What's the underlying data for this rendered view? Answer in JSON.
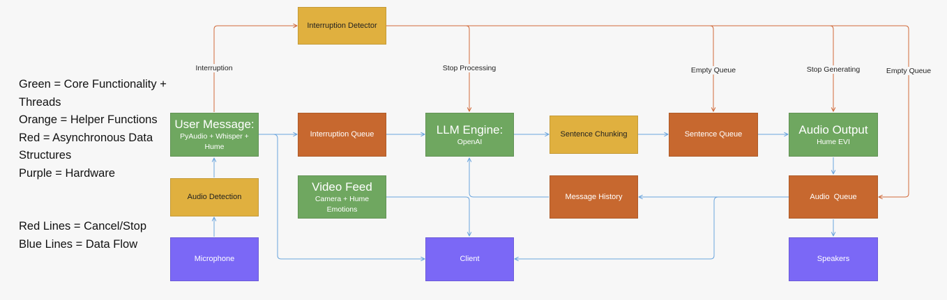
{
  "colors": {
    "green": "#6fa760",
    "orange": "#c7682f",
    "yellow": "#e0b03f",
    "purple": "#7b68f6",
    "red_line": "#d06a3a",
    "blue_line": "#6aa4dd"
  },
  "legend": {
    "lines": [
      "Green = Core Functionality +",
      "Threads",
      "Orange = Helper Functions",
      "Red = Asynchronous Data",
      "Structures",
      "Purple = Hardware"
    ],
    "line_types": [
      "Red Lines = Cancel/Stop",
      "Blue Lines = Data Flow"
    ]
  },
  "nodes": {
    "interruption_detector": {
      "title": "Interruption Detector",
      "color": "yellow"
    },
    "user_message": {
      "title": "User Message:",
      "subtitle": "PyAudio + Whisper + Hume",
      "color": "green"
    },
    "interruption_queue": {
      "title": "Interruption Queue",
      "color": "orange"
    },
    "llm_engine": {
      "title": "LLM Engine:",
      "subtitle": "OpenAI",
      "color": "green"
    },
    "sentence_chunking": {
      "title": "Sentence Chunking",
      "color": "yellow"
    },
    "sentence_queue": {
      "title": "Sentence Queue",
      "color": "orange"
    },
    "audio_output": {
      "title": "Audio Output",
      "subtitle": "Hume EVI",
      "color": "green"
    },
    "audio_detection": {
      "title": "Audio Detection",
      "color": "yellow"
    },
    "video_feed": {
      "title": "Video Feed",
      "subtitle": "Camera + Hume Emotions",
      "color": "green"
    },
    "message_history": {
      "title": "Message History",
      "color": "orange"
    },
    "audio_queue": {
      "title": "Audio  Queue",
      "color": "orange"
    },
    "microphone": {
      "title": "Microphone",
      "color": "purple"
    },
    "client": {
      "title": "Client",
      "color": "purple"
    },
    "speakers": {
      "title": "Speakers",
      "color": "purple"
    }
  },
  "edge_labels": {
    "interruption": "Interruption",
    "stop_processing": "Stop Processing",
    "empty_queue_1": "Empty Queue",
    "stop_generating": "Stop Generating",
    "empty_queue_2": "Empty Queue"
  }
}
